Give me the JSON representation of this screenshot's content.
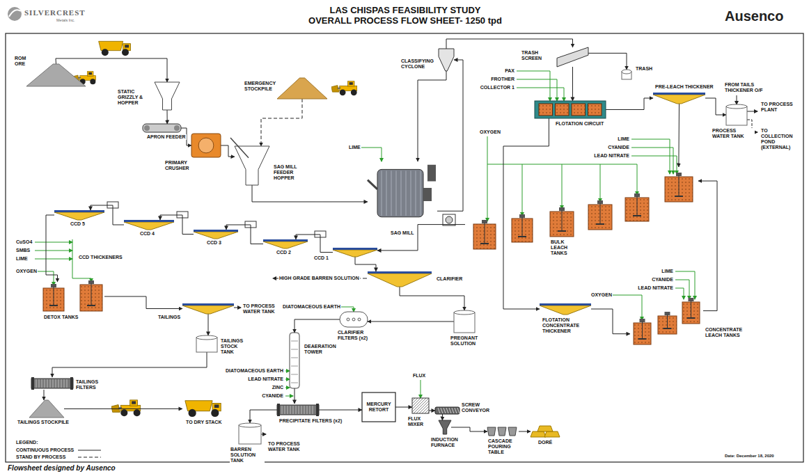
{
  "diagram": {
    "title": "LAS CHISPAS FEASIBILITY STUDY OVERALL PROCESS FLOW SHEET- 1250 tpd",
    "caption": "Flowsheet designed by Ausenco",
    "nodes": [
      {
        "text": [
          "ROM ORE"
        ]
      },
      {
        "text": [
          "STATIC GRIZZLY & HOPPER"
        ]
      },
      {
        "text": [
          "APRON FEEDER"
        ]
      },
      {
        "text": [
          "PRIMARY CRUSHER"
        ]
      },
      {
        "text": [
          "EMERGENCY STOCKPILE"
        ]
      },
      {
        "text": [
          "SAG MILL FEEDER HOPPER"
        ]
      },
      {
        "text": [
          "SAG MILL"
        ]
      },
      {
        "text": [
          "CLASSIFYING CYCLONE"
        ]
      },
      {
        "text": [
          "TRASH SCREEN"
        ]
      },
      {
        "text": [
          "TRASH"
        ]
      },
      {
        "text": [
          "FLOTATION CIRCUIT"
        ]
      },
      {
        "text": [
          "PRE-LEACH THICKENER"
        ]
      },
      {
        "text": [
          "PROCESS WATER TANK"
        ]
      },
      {
        "text": [
          "BULK LEACH TANKS"
        ]
      },
      {
        "text": [
          "CCD 5"
        ]
      },
      {
        "text": [
          "CCD 4"
        ]
      },
      {
        "text": [
          "CCD 3"
        ]
      },
      {
        "text": [
          "CCD 2"
        ]
      },
      {
        "text": [
          "CCD 1"
        ]
      },
      {
        "text": [
          "DETOX TANKS"
        ]
      },
      {
        "text": [
          "TAILINGS"
        ]
      },
      {
        "text": [
          "TAILINGS STOCK TANK"
        ]
      },
      {
        "text": [
          "TAILINGS FILTERS"
        ]
      },
      {
        "text": [
          "TAILINGS STOCKPILE"
        ]
      },
      {
        "text": [
          "TO DRY STACK"
        ]
      },
      {
        "text": [
          "CLARIFIER"
        ]
      },
      {
        "text": [
          "PREGNANT SOLUTION"
        ]
      },
      {
        "text": [
          "CLARIFIER FILTERS (x2)"
        ]
      },
      {
        "text": [
          "DEAERATION TOWER"
        ]
      },
      {
        "text": [
          "PRECIPITATE FILTERS (x2)"
        ]
      },
      {
        "text": [
          "BARREN SOLUTION TANK"
        ]
      },
      {
        "text": [
          "MERCURY RETORT"
        ]
      },
      {
        "text": [
          "FLUX MIXER"
        ]
      },
      {
        "text": [
          "SCREW CONVEYOR"
        ]
      },
      {
        "text": [
          "INDUCTION FURNACE"
        ]
      },
      {
        "text": [
          "CASCADE POURING TABLE"
        ]
      },
      {
        "text": [
          "DORÉ"
        ]
      },
      {
        "text": [
          "FLOTATION CONCENTRATE THICKENER"
        ]
      },
      {
        "text": [
          "CONCENTRATE LEACH TANKS"
        ]
      }
    ],
    "edges": [
      {
        "from": 0,
        "to": 1,
        "arrow": "to"
      },
      {
        "from": 1,
        "to": 2,
        "arrow": "to"
      },
      {
        "from": 2,
        "to": 3,
        "arrow": "to"
      },
      {
        "from": 3,
        "to": 5,
        "arrow": "to"
      },
      {
        "from": 4,
        "to": 5,
        "arrow": "to"
      },
      {
        "from": 5,
        "to": 6,
        "arrow": "to"
      },
      {
        "from": 6,
        "to": 7,
        "arrow": "to"
      },
      {
        "from": 7,
        "to": 6,
        "arrow": "to"
      },
      {
        "from": 7,
        "to": 8,
        "arrow": "to"
      },
      {
        "from": 8,
        "to": 9,
        "arrow": "to"
      },
      {
        "from": 8,
        "to": 10,
        "arrow": "to"
      },
      {
        "from": 10,
        "to": 11,
        "arrow": "to"
      },
      {
        "from": 11,
        "to": 12,
        "arrow": "to"
      },
      {
        "from": 11,
        "to": 13,
        "arrow": "to"
      },
      {
        "from": 10,
        "to": 37,
        "arrow": "to"
      },
      {
        "from": 13,
        "to": 18,
        "arrow": "to"
      },
      {
        "from": 18,
        "to": 17,
        "arrow": "to"
      },
      {
        "from": 17,
        "to": 16,
        "arrow": "to"
      },
      {
        "from": 16,
        "to": 15,
        "arrow": "to"
      },
      {
        "from": 15,
        "to": 14,
        "arrow": "to"
      },
      {
        "from": 14,
        "to": 19,
        "arrow": "to"
      },
      {
        "from": 19,
        "to": 20,
        "arrow": "to"
      },
      {
        "from": 20,
        "to": 21,
        "arrow": "to"
      },
      {
        "from": 21,
        "to": 22,
        "arrow": "to"
      },
      {
        "from": 22,
        "to": 23,
        "arrow": "to"
      },
      {
        "from": 23,
        "to": 24,
        "arrow": "to"
      },
      {
        "from": 18,
        "to": 25,
        "arrow": "to"
      },
      {
        "from": 25,
        "to": 26,
        "arrow": "to"
      },
      {
        "from": 26,
        "to": 27,
        "arrow": "to"
      },
      {
        "from": 27,
        "to": 28,
        "arrow": "to"
      },
      {
        "from": 28,
        "to": 29,
        "arrow": "to"
      },
      {
        "from": 29,
        "to": 30,
        "arrow": "to"
      },
      {
        "from": 29,
        "to": 31,
        "arrow": "to"
      },
      {
        "from": 31,
        "to": 32,
        "arrow": "to"
      },
      {
        "from": 32,
        "to": 33,
        "arrow": "to"
      },
      {
        "from": 33,
        "to": 34,
        "arrow": "to"
      },
      {
        "from": 34,
        "to": 35,
        "arrow": "to"
      },
      {
        "from": 35,
        "to": 36,
        "arrow": "to"
      },
      {
        "from": 37,
        "to": 38,
        "arrow": "to"
      },
      {
        "from": 38,
        "to": 13,
        "arrow": "to"
      }
    ],
    "labels": [
      "SILVERCREST",
      "Metals Inc.",
      "Ausenco",
      "LIME",
      "PAX",
      "FROTHER",
      "COLLECTOR 1",
      "FROM TAILS THICKENER O/F",
      "TO PROCESS PLANT",
      "TO COLLECTION POND (EXTERNAL)",
      "OXYGEN",
      "LIME",
      "CYANIDE",
      "LEAD NITRATE",
      "CuSO4",
      "SMBS",
      "LIME",
      "CCD THICKENERS",
      "OXYGEN",
      "TO PROCESS WATER TANK",
      "HIGH GRADE BARREN SOLUTION",
      "DIATOMACEOUS EARTH",
      "LIME",
      "CYANIDE",
      "LEAD NITRATE",
      "OXYGEN",
      "DIATOMACEOUS EARTH",
      "LEAD NITRATE",
      "ZINC",
      "CYANIDE",
      "FLUX",
      "TO PROCESS WATER TANK",
      "LEGEND:",
      "Date: December 18, 2020"
    ],
    "legend": [
      {
        "text": "CONTINUOUS PROCESS"
      },
      {
        "text": "STAND BY PROCESS"
      }
    ]
  }
}
